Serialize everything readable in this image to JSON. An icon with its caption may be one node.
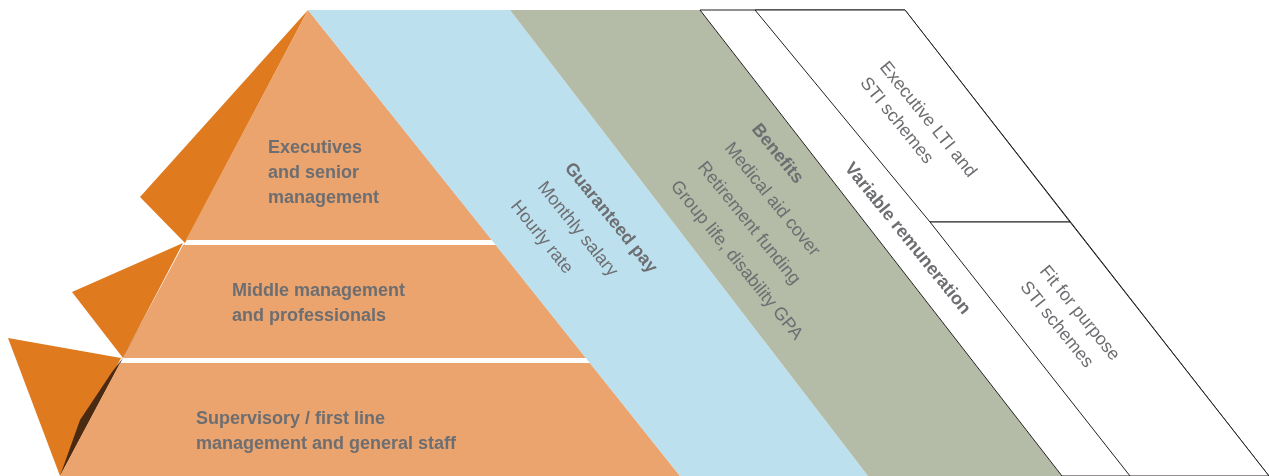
{
  "diagram": {
    "nodes": [
      {
        "text": [
          "Executives and senior management"
        ]
      },
      {
        "text": [
          "Middle management and professionals"
        ]
      },
      {
        "text": [
          "Supervisory / first line management and general staff"
        ]
      },
      {
        "text": [
          "Guaranteed pay",
          "Monthly salary",
          "Hourly rate"
        ]
      },
      {
        "text": [
          "Benefits",
          "Medical aid cover",
          "Retirement funding",
          "Group life, disability GPA"
        ]
      },
      {
        "text": [
          "Variable remuneration"
        ]
      },
      {
        "text": [
          "Executive LTI and STI schemes"
        ],
        "in": 5
      },
      {
        "text": [
          "Fit for purpose STI schemes"
        ],
        "in": 5
      }
    ],
    "edges": []
  }
}
